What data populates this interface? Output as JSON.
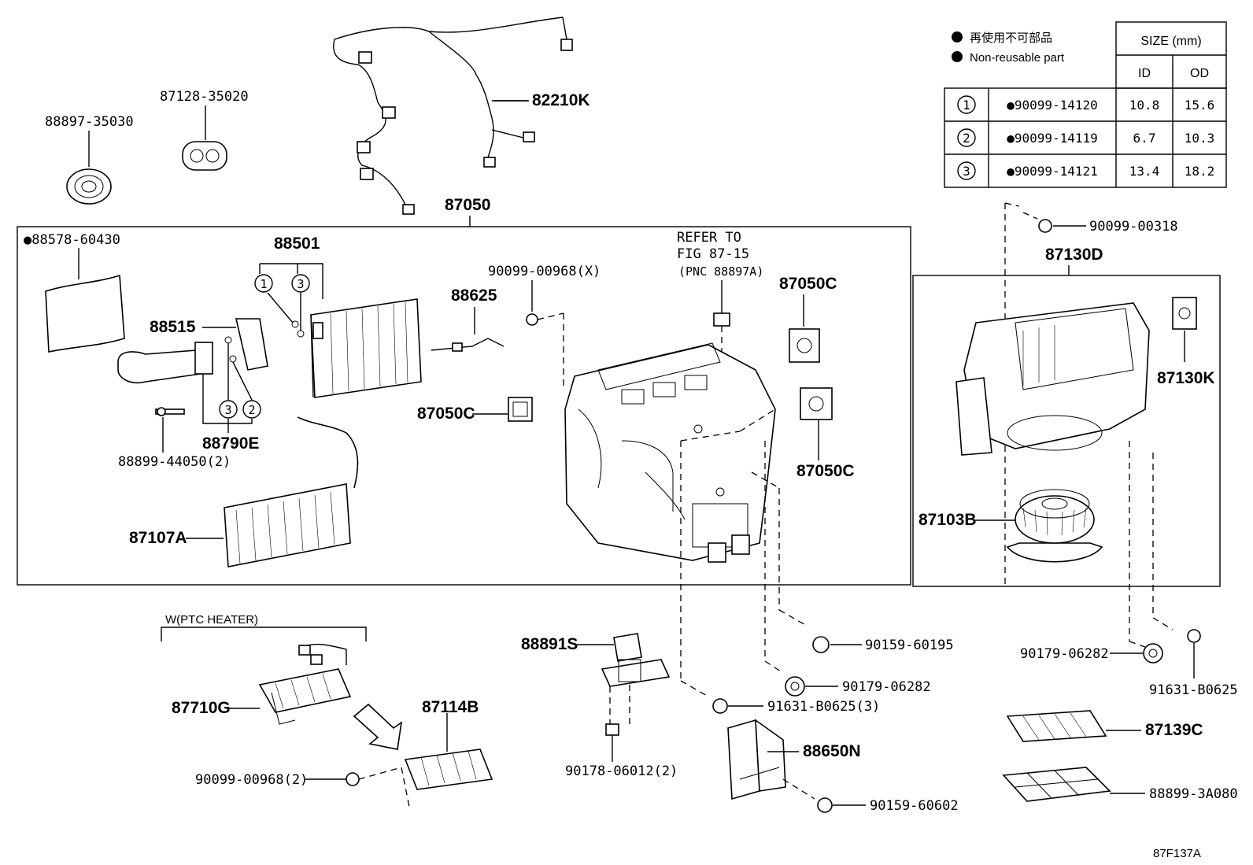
{
  "diagram_code": "87F137A",
  "legend": {
    "marker": "●",
    "line_jp": "再使用不可部品",
    "line_en": "Non-reusable part"
  },
  "size_table": {
    "title": "SIZE (mm)",
    "col_id": "ID",
    "col_od": "OD",
    "rows": [
      {
        "ref": "1",
        "part": "●90099-14120",
        "id": "10.8",
        "od": "15.6"
      },
      {
        "ref": "2",
        "part": "●90099-14119",
        "id": "6.7",
        "od": "10.3"
      },
      {
        "ref": "3",
        "part": "●90099-14121",
        "id": "13.4",
        "od": "18.2"
      }
    ]
  },
  "reference_note": {
    "line1": "REFER TO",
    "line2": "FIG 87-15",
    "line3": "(PNC 88897A)"
  },
  "ptc_group_label": "W(PTC HEATER)",
  "circle_refs": {
    "one": "1",
    "two": "2",
    "three": "3"
  },
  "labels": {
    "p88897_35030": "88897-35030",
    "p87128_35020": "87128-35020",
    "p82210k": "82210K",
    "p87050": "87050",
    "p88578_60430": "●88578-60430",
    "p88501": "88501",
    "p88515": "88515",
    "p88790e": "88790E",
    "p88899_44050": "88899-44050(2)",
    "p87107a": "87107A",
    "p88625": "88625",
    "p90099_00968x": "90099-00968(X)",
    "p87050c_a": "87050C",
    "p87050c_b": "87050C",
    "p87050c_c": "87050C",
    "p90099_00318": "90099-00318",
    "p87130d": "87130D",
    "p87130k": "87130K",
    "p87103b": "87103B",
    "p87710g": "87710G",
    "p87114b": "87114B",
    "p90099_00968_2": "90099-00968(2)",
    "p88891s": "88891S",
    "p90178_06012": "90178-06012(2)",
    "p90159_60195": "90159-60195",
    "p90179_06282_a": "90179-06282",
    "p91631_b0625_3": "91631-B0625(3)",
    "p88650n": "88650N",
    "p90159_60602": "90159-60602",
    "p90179_06282_b": "90179-06282",
    "p91631_b0625": "91631-B0625",
    "p87139c": "87139C",
    "p88899_3a080": "88899-3A080"
  }
}
